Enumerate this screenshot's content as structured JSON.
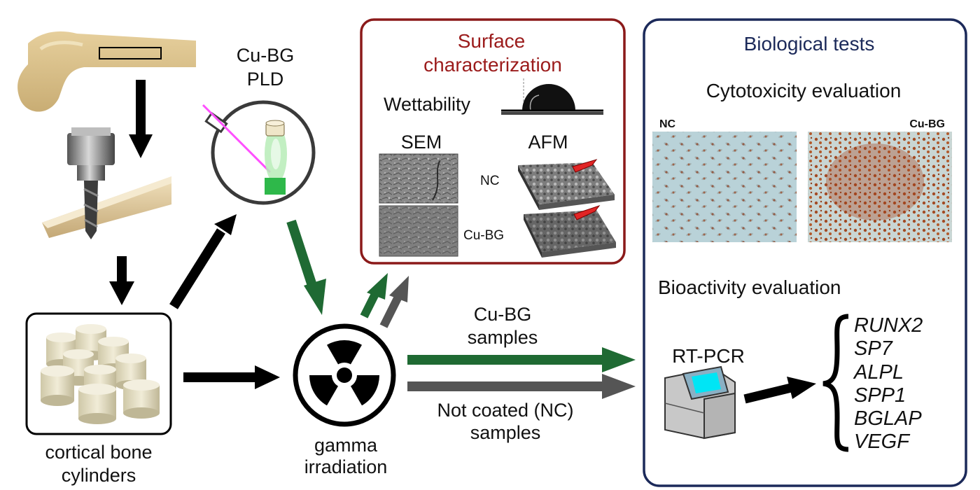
{
  "labels": {
    "pld_line1": "Cu-BG",
    "pld_line2": "PLD",
    "cylinders_line1": "cortical bone",
    "cylinders_line2": "cylinders",
    "gamma_line1": "gamma",
    "gamma_line2": "irradiation",
    "cubg_samples_line1": "Cu-BG",
    "cubg_samples_line2": "samples",
    "nc_samples_line1": "Not coated (NC)",
    "nc_samples_line2": "samples"
  },
  "surface": {
    "title_line1": "Surface",
    "title_line2": "characterization",
    "wettability": "Wettability",
    "sem": "SEM",
    "afm": "AFM",
    "nc": "NC",
    "cubg": "Cu-BG"
  },
  "bio": {
    "title": "Biological tests",
    "cytotoxicity": "Cytotoxicity evaluation",
    "img_nc": "NC",
    "img_cubg": "Cu-BG",
    "bioactivity": "Bioactivity evaluation",
    "rtpcr": "RT-PCR",
    "genes": [
      "RUNX2",
      "SP7",
      "ALPL",
      "SPP1",
      "BGLAP",
      "VEGF"
    ]
  },
  "colors": {
    "surface_border": "#8b1a1a",
    "surface_title": "#9b1b1b",
    "bio_border": "#1c2a5a",
    "bio_title": "#1c2a5a",
    "green_arrow": "#1f6a33",
    "gray_arrow": "#555555",
    "black_arrow": "#000000"
  }
}
